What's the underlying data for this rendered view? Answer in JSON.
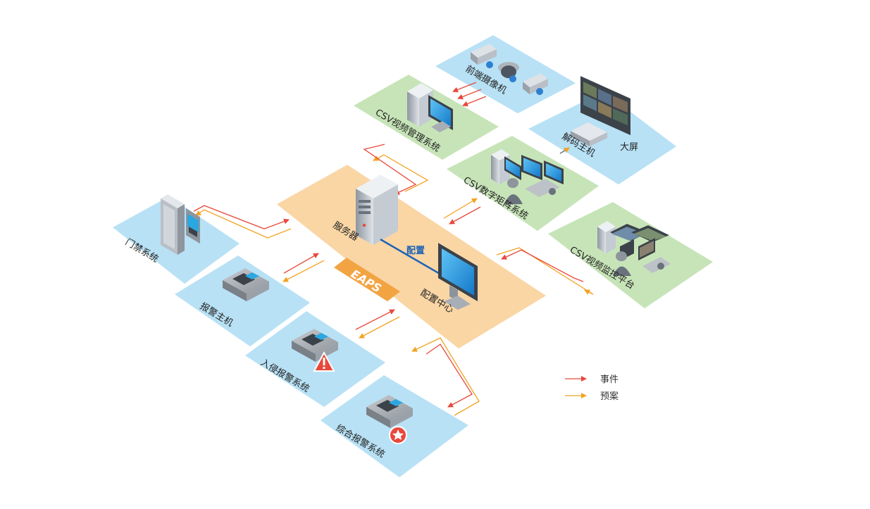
{
  "center": {
    "server_label": "服务器",
    "config_label": "配置",
    "config_center_label": "配置中心",
    "badge": "EAPS"
  },
  "nodes": {
    "camera": "前端摄像机",
    "csv_vms": "CSV视频管理系统",
    "decoder": "解码主机",
    "big_screen": "大屏",
    "csv_matrix": "CSV数字矩阵系统",
    "csv_monitor": "CSV视频监控平台",
    "access": "门禁系统",
    "alarm_host": "报警主机",
    "intrusion": "入侵报警系统",
    "integrated": "综合报警系统"
  },
  "legend": [
    {
      "label": "事件",
      "color": "#e8483c"
    },
    {
      "label": "预案",
      "color": "#f2a322"
    }
  ],
  "colors": {
    "blue_panel": "#b8e1f5",
    "green_panel": "#c7e4b8",
    "center_panel": "#fad6a5",
    "badge": "#f2a443",
    "event": "#e8483c",
    "plan": "#f2a322"
  }
}
